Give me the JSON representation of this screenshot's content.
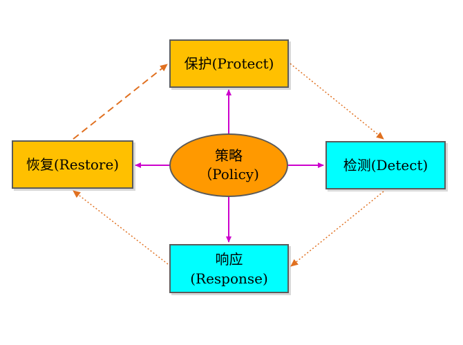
{
  "nodes": {
    "policy": {
      "line1": "策略",
      "line2": "（Policy)"
    },
    "protect": {
      "label": "保护(Protect)"
    },
    "detect": {
      "label": "检测(Detect)"
    },
    "response": {
      "line1": "响应",
      "line2": "(Response)"
    },
    "restore": {
      "label": "恢复(Restore)"
    }
  },
  "colors": {
    "policy_fill": "#ff9900",
    "protect_restore_fill": "#ffc000",
    "detect_response_fill": "#00ffff",
    "policy_arrows": "#cc00cc",
    "cycle_arrows": "#e07020"
  }
}
